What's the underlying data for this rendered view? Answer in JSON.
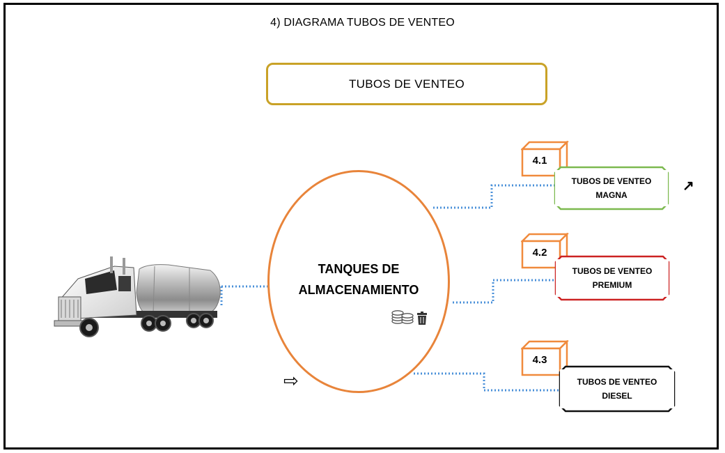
{
  "page": {
    "title": "4)  DIAGRAMA TUBOS DE VENTEO"
  },
  "header_box": {
    "label": "TUBOS DE VENTEO"
  },
  "tank": {
    "line1": "TANQUES DE",
    "line2": "ALMACENAMIENTO"
  },
  "nodes": [
    {
      "number": "4.1",
      "line1": "TUBOS DE VENTEO",
      "line2": "MAGNA",
      "border_color": "#7cb94f"
    },
    {
      "number": "4.2",
      "line1": "TUBOS DE VENTEO",
      "line2": "PREMIUM",
      "border_color": "#cc2222"
    },
    {
      "number": "4.3",
      "line1": "TUBOS DE VENTEO",
      "line2": "DIESEL",
      "border_color": "#111111"
    }
  ],
  "colors": {
    "header_border": "#c9a227",
    "tank_border": "#e8843a",
    "cube_orange": "#f08a3c",
    "connector_blue": "#4a90d9"
  },
  "icons": [
    "tanker-truck-image",
    "coins-icon",
    "trash-icon",
    "right-arrow-icon",
    "curved-arrow-icon"
  ]
}
